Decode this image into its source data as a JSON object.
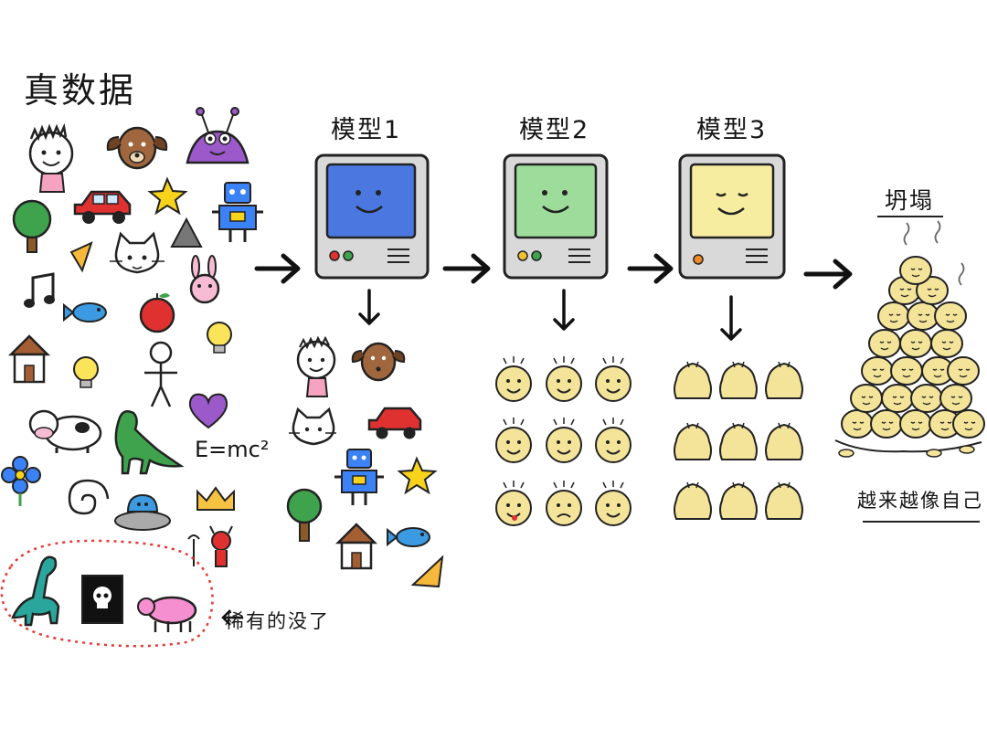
{
  "real_data": {
    "title": "真数据",
    "rare_note": "稀有的没了",
    "formula": "E=mc²"
  },
  "models": [
    {
      "label": "模型1",
      "screen_color": "#4a78e0"
    },
    {
      "label": "模型2",
      "screen_color": "#9ddc9a"
    },
    {
      "label": "模型3",
      "screen_color": "#f6eda0"
    }
  ],
  "collapse": {
    "title": "坍塌",
    "caption": "越来越像自己"
  },
  "icons": {
    "real_data": [
      "boy-icon",
      "dog-icon",
      "alien-icon",
      "tree-icon",
      "car-icon",
      "star-icon",
      "rock-icon",
      "robot-icon",
      "pizza-icon",
      "cat-icon",
      "rabbit-icon",
      "music-note-icon",
      "fish-icon",
      "apple-icon",
      "house-icon",
      "lightbulb-icon",
      "stick-figure-icon",
      "cow-icon",
      "dinosaur-icon",
      "heart-icon",
      "flower-icon",
      "spiral-icon",
      "ufo-icon",
      "crown-icon",
      "devil-icon"
    ],
    "rare": [
      "brontosaurus-icon",
      "skull-box-icon",
      "pink-pig-icon"
    ]
  },
  "colors": {
    "arrow": "#111111",
    "rare_border": "#e53935",
    "blob": "#f4e49a",
    "computer_body": "#d9d9d9"
  }
}
